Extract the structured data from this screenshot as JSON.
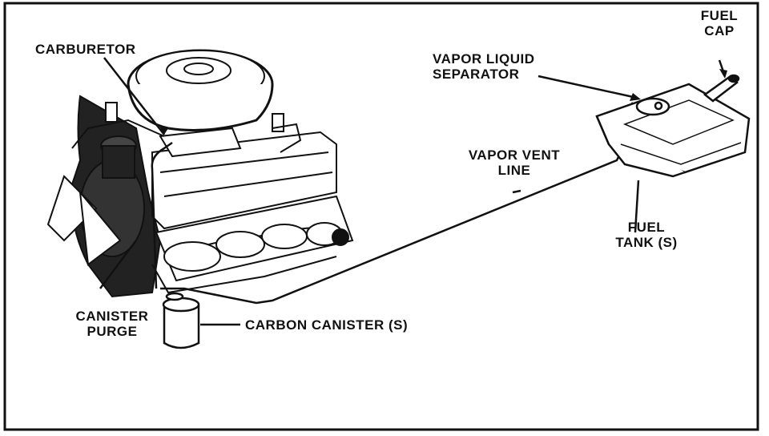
{
  "labels": {
    "carburetor": "CARBURETOR",
    "fuel_cap": [
      "FUEL",
      "CAP"
    ],
    "vapor_liquid_separator": [
      "VAPOR LIQUID",
      "SEPARATOR"
    ],
    "vapor_vent_line": [
      "VAPOR VENT",
      "LINE"
    ],
    "fuel_tank": [
      "FUEL",
      "TANK (S)"
    ],
    "canister_purge": [
      "CANISTER",
      "PURGE"
    ],
    "carbon_canister": "CARBON CANISTER (S)"
  },
  "colors": {
    "ink": "#111111",
    "background": "#ffffff"
  }
}
